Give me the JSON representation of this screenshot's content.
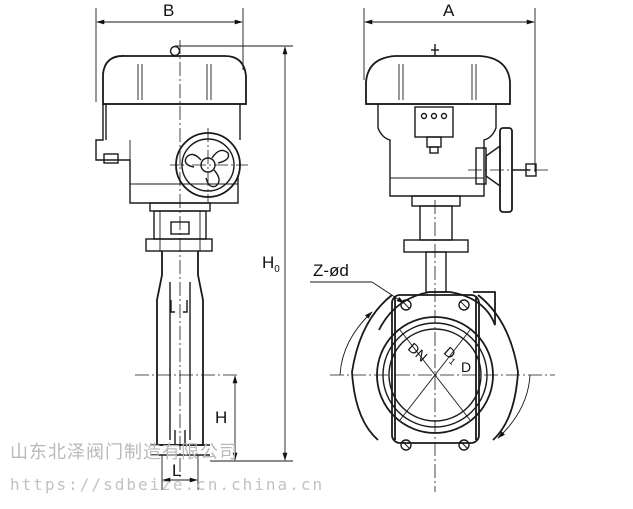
{
  "labels": {
    "dim_b": "B",
    "dim_a": "A",
    "dim_h0": "H",
    "dim_h0_sub": "0",
    "dim_h": "H",
    "dim_l": "L",
    "bolt_spec": "Z-ød",
    "dn": "DN",
    "d1": "D",
    "d1_sub": "1",
    "d": "D"
  },
  "watermark": {
    "company": "山东北泽阀门制造有限公司",
    "url": "https://sdbeize.cn.china.cn"
  }
}
